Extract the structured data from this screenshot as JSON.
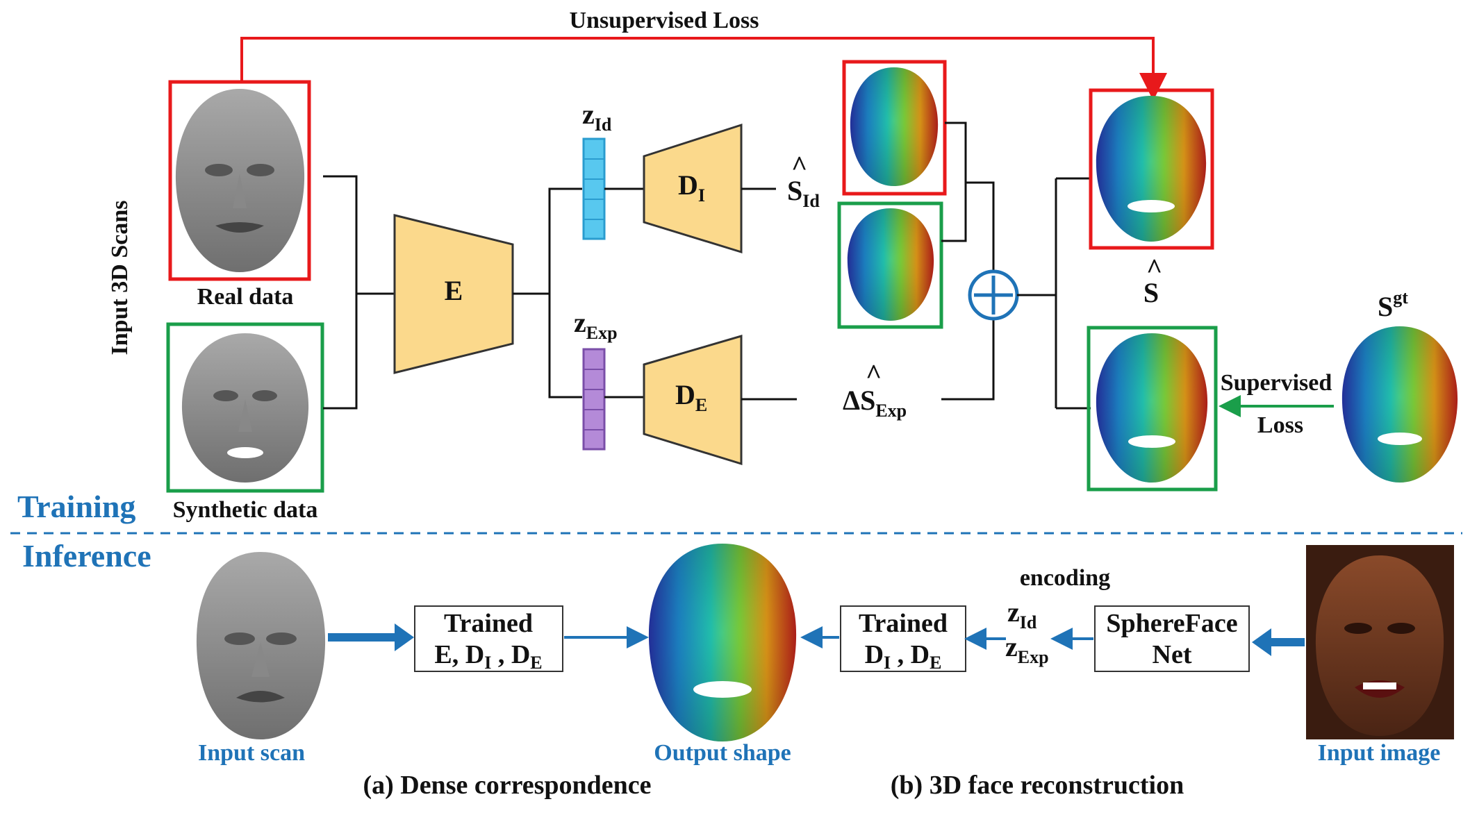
{
  "unsupervised_loss": "Unsupervised Loss",
  "input_3d_scans": "Input 3D Scans",
  "real_data": "Real data",
  "synthetic_data": "Synthetic data",
  "encoder": "E",
  "z_id": {
    "base": "z",
    "sub": "Id"
  },
  "z_exp": {
    "base": "z",
    "sub": "Exp"
  },
  "decoder_id": {
    "base": "D",
    "sub": "I"
  },
  "decoder_exp": {
    "base": "D",
    "sub": "E"
  },
  "s_id_hat": {
    "base": "S",
    "sub": "Id"
  },
  "delta_s_exp": {
    "base": "ΔS",
    "sub": "Exp"
  },
  "s_hat": "S",
  "s_gt": {
    "base": "S",
    "sup": "gt"
  },
  "supervised": "Supervised",
  "loss": "Loss",
  "training": "Training",
  "inference": "Inference",
  "trained_e": {
    "line1": "Trained",
    "line2_pre": "E, D",
    "line2_sub1": "I",
    "line2_mid": " , D",
    "line2_sub2": "E"
  },
  "trained_d": {
    "line1": "Trained",
    "line2_pre": "D",
    "line2_sub1": "I",
    "line2_mid": " , D",
    "line2_sub2": "E"
  },
  "sphereface": {
    "line1": "SphereFace",
    "line2": "Net"
  },
  "encoding": "encoding",
  "input_scan": "Input scan",
  "output_shape": "Output shape",
  "input_image": "Input image",
  "caption_a": "(a) Dense correspondence",
  "caption_b": "(b) 3D face reconstruction",
  "colors": {
    "red": "#e8191b",
    "green": "#1a9e4a",
    "blue": "#1f73b7",
    "encoder_fill": "#fbd98c",
    "latent_id": "#58c8ef",
    "latent_exp": "#9a6cc0"
  }
}
